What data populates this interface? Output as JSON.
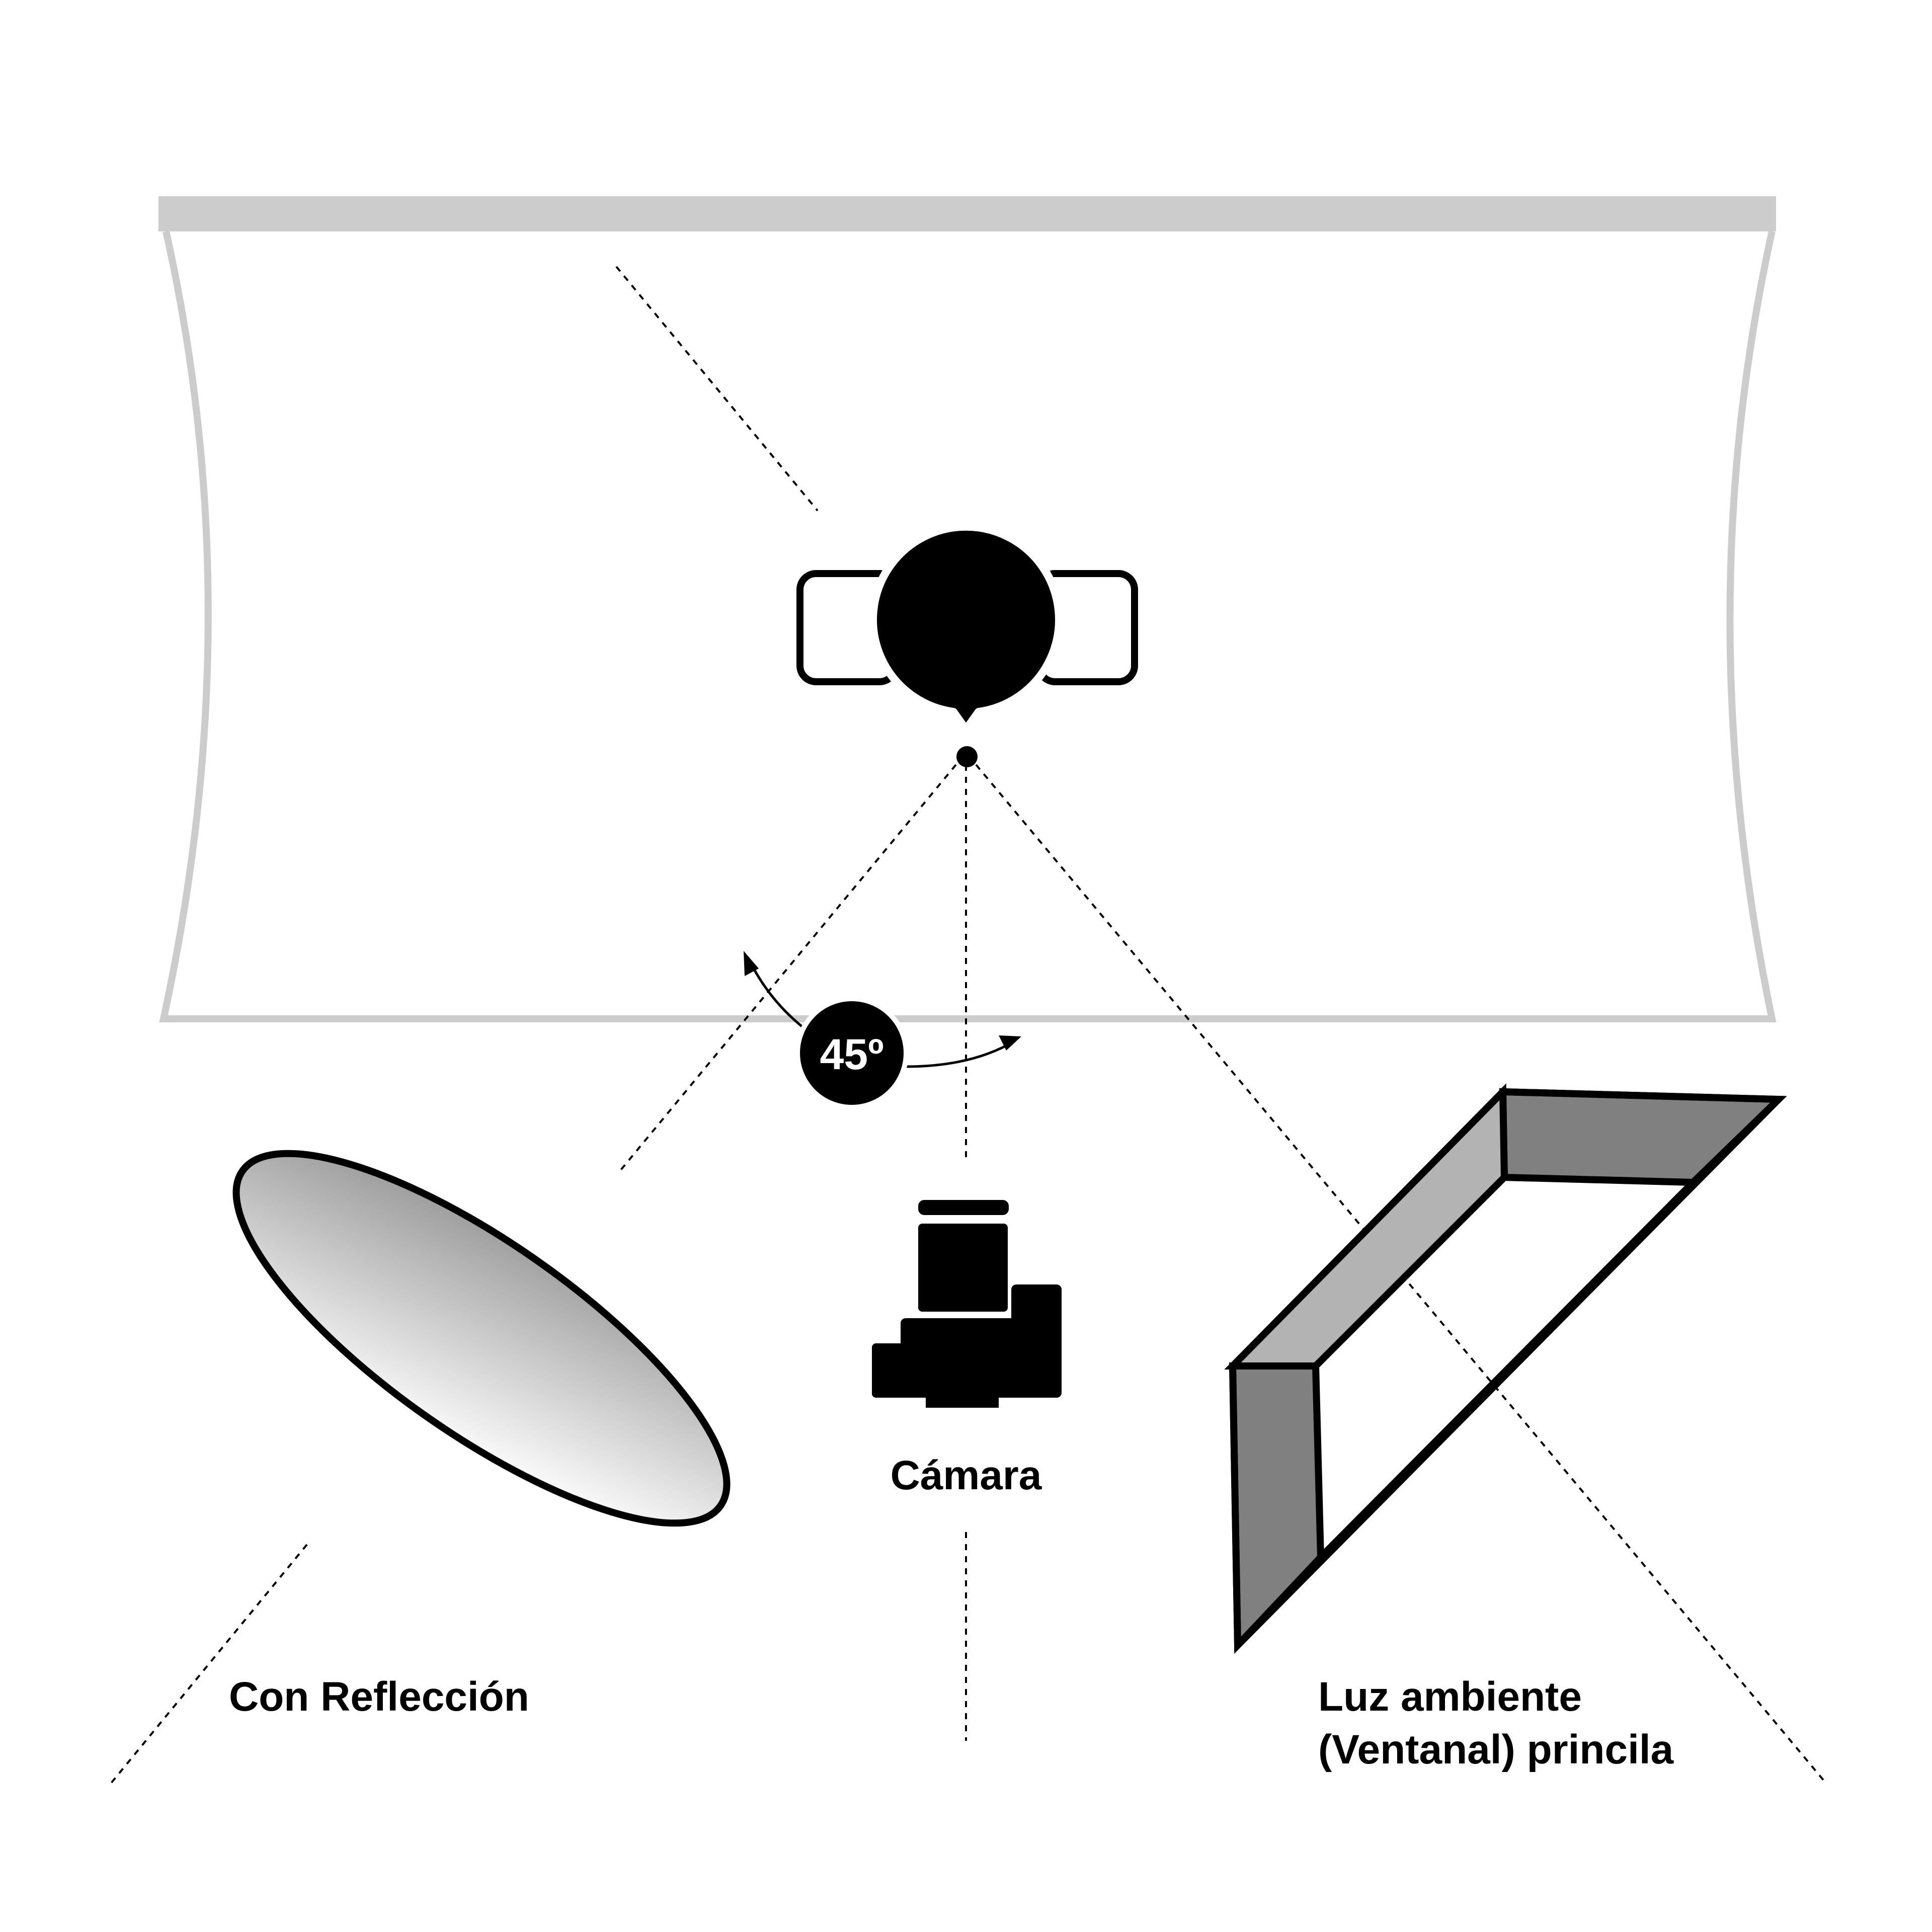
{
  "diagram": {
    "angle_label": "45º",
    "camera_label": "Cámara",
    "reflector_label": "Con Reflección",
    "window_label_line1": "Luz ambiente",
    "window_label_line2": "(Ventanal) princila"
  },
  "colors": {
    "backdrop_gray": "#cccccc",
    "window_dark": "#808080",
    "window_light": "#b3b3b3",
    "reflector_gradient_dark": "#999999",
    "reflector_gradient_light": "#ffffff",
    "ink": "#000000"
  },
  "icons": [
    "backdrop-roll",
    "subject-seat",
    "camera-icon",
    "reflector-disc",
    "window-light-box"
  ]
}
